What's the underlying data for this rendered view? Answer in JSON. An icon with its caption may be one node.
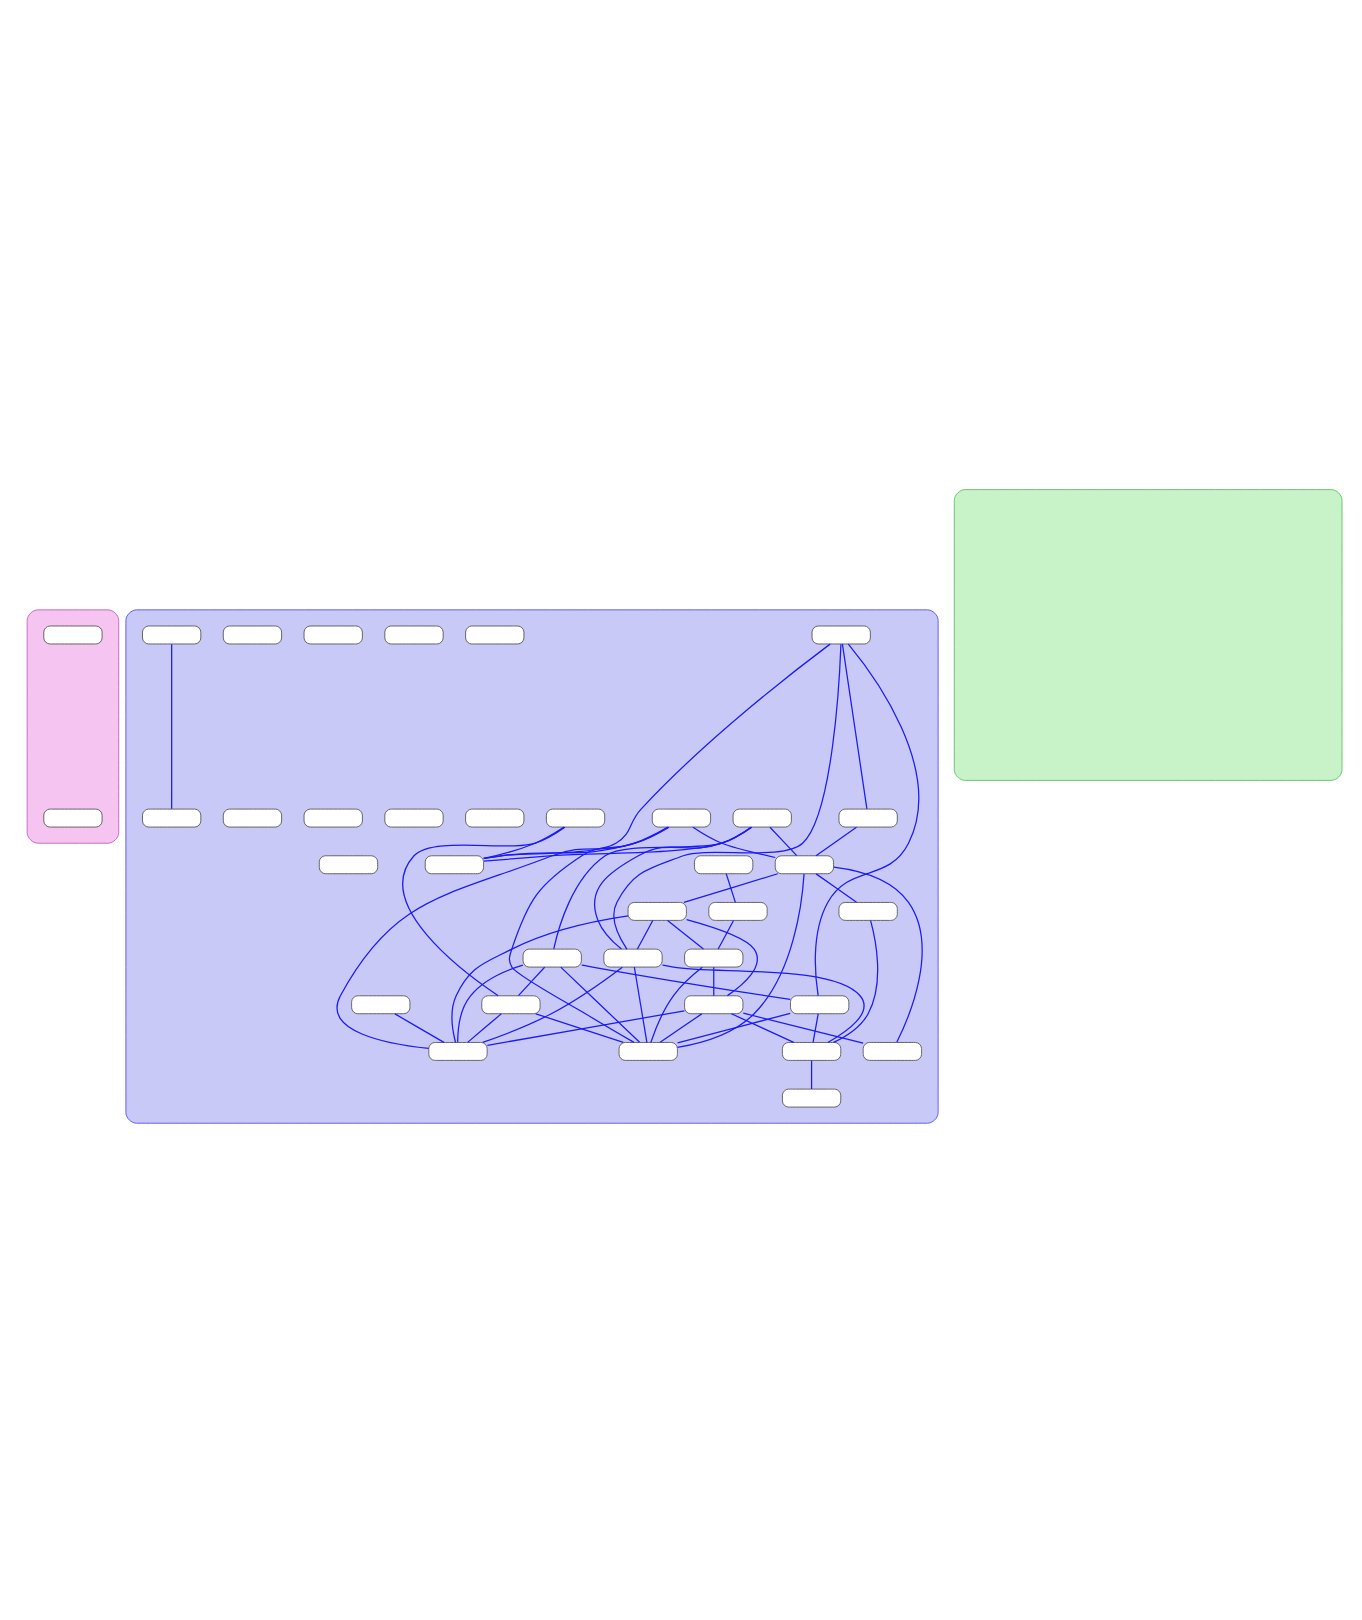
{
  "diagram": {
    "nodes": [
      {
        "text": [],
        "shape": "box"
      },
      {
        "text": [],
        "shape": "box",
        "in": 0
      },
      {
        "text": [],
        "shape": "box",
        "in": 0
      },
      {
        "text": [],
        "shape": "box"
      },
      {
        "text": [],
        "shape": "box"
      },
      {
        "text": [],
        "shape": "box",
        "in": 3
      },
      {
        "text": [],
        "shape": "box",
        "in": 3
      },
      {
        "text": [],
        "shape": "box",
        "in": 3
      },
      {
        "text": [],
        "shape": "box",
        "in": 3
      },
      {
        "text": [],
        "shape": "box",
        "in": 3
      },
      {
        "text": [],
        "shape": "box",
        "in": 3
      },
      {
        "text": [],
        "shape": "box",
        "in": 3
      },
      {
        "text": [],
        "shape": "box",
        "in": 3
      },
      {
        "text": [],
        "shape": "box",
        "in": 3
      },
      {
        "text": [],
        "shape": "box",
        "in": 3
      },
      {
        "text": [],
        "shape": "box",
        "in": 3
      },
      {
        "text": [],
        "shape": "box",
        "in": 3
      },
      {
        "text": [],
        "shape": "box",
        "in": 3
      },
      {
        "text": [],
        "shape": "box",
        "in": 3
      },
      {
        "text": [],
        "shape": "box",
        "in": 3
      },
      {
        "text": [],
        "shape": "box",
        "in": 3
      },
      {
        "text": [],
        "shape": "box",
        "in": 3
      },
      {
        "text": [],
        "shape": "box",
        "in": 3
      },
      {
        "text": [],
        "shape": "box",
        "in": 3
      },
      {
        "text": [],
        "shape": "box",
        "in": 3
      },
      {
        "text": [],
        "shape": "box",
        "in": 3
      },
      {
        "text": [],
        "shape": "box",
        "in": 3
      },
      {
        "text": [],
        "shape": "box",
        "in": 3
      },
      {
        "text": [],
        "shape": "box",
        "in": 3
      },
      {
        "text": [],
        "shape": "box",
        "in": 3
      },
      {
        "text": [],
        "shape": "box",
        "in": 3
      },
      {
        "text": [],
        "shape": "box",
        "in": 3
      },
      {
        "text": [],
        "shape": "box",
        "in": 3
      },
      {
        "text": [],
        "shape": "box",
        "in": 3
      },
      {
        "text": [],
        "shape": "box",
        "in": 3
      },
      {
        "text": [],
        "shape": "box",
        "in": 3
      },
      {
        "text": [],
        "shape": "box",
        "in": 3
      },
      {
        "text": [],
        "shape": "box",
        "in": 3
      },
      {
        "text": [],
        "shape": "box",
        "in": 3
      }
    ],
    "edges": [
      {
        "from": 8,
        "to": 10,
        "arrow": "none"
      },
      {
        "from": 8,
        "to": 17,
        "arrow": "none"
      },
      {
        "from": 8,
        "to": 29,
        "arrow": "none"
      },
      {
        "from": 8,
        "to": 32,
        "arrow": "none"
      },
      {
        "from": 5,
        "to": 11,
        "arrow": "none"
      },
      {
        "from": 5,
        "to": 10,
        "arrow": "none"
      },
      {
        "from": 5,
        "to": 19,
        "arrow": "none"
      },
      {
        "from": 5,
        "to": 24,
        "arrow": "none"
      },
      {
        "from": 6,
        "to": 10,
        "arrow": "none"
      },
      {
        "from": 6,
        "to": 22,
        "arrow": "none"
      },
      {
        "from": 7,
        "to": 10,
        "arrow": "none"
      },
      {
        "from": 7,
        "to": 17,
        "arrow": "none"
      },
      {
        "from": 7,
        "to": 12,
        "arrow": "none"
      },
      {
        "from": 7,
        "to": 19,
        "arrow": "none"
      },
      {
        "from": 9,
        "to": 13,
        "arrow": "none"
      },
      {
        "from": 11,
        "to": 17,
        "arrow": "none"
      },
      {
        "from": 12,
        "to": 24,
        "arrow": "none"
      },
      {
        "from": 12,
        "to": 22,
        "arrow": "none"
      },
      {
        "from": 12,
        "to": 29,
        "arrow": "none"
      },
      {
        "from": 12,
        "to": 32,
        "arrow": "none"
      },
      {
        "from": 13,
        "to": 18,
        "arrow": "none"
      },
      {
        "from": 14,
        "to": 32,
        "arrow": "none"
      },
      {
        "from": 17,
        "to": 16,
        "arrow": "none"
      },
      {
        "from": 17,
        "to": 25,
        "arrow": "none"
      },
      {
        "from": 17,
        "to": 35,
        "arrow": "none"
      },
      {
        "from": 17,
        "to": 29,
        "arrow": "none"
      },
      {
        "from": 16,
        "to": 19,
        "arrow": "none"
      },
      {
        "from": 16,
        "to": 26,
        "arrow": "none"
      },
      {
        "from": 16,
        "to": 18,
        "arrow": "none"
      },
      {
        "from": 16,
        "to": 32,
        "arrow": "none"
      },
      {
        "from": 18,
        "to": 26,
        "arrow": "none"
      },
      {
        "from": 18,
        "to": 29,
        "arrow": "none"
      },
      {
        "from": 19,
        "to": 33,
        "arrow": "none"
      },
      {
        "from": 19,
        "to": 29,
        "arrow": "none"
      },
      {
        "from": 19,
        "to": 32,
        "arrow": "none"
      },
      {
        "from": 22,
        "to": 29,
        "arrow": "none"
      },
      {
        "from": 22,
        "to": 32,
        "arrow": "none"
      },
      {
        "from": 24,
        "to": 33,
        "arrow": "none"
      },
      {
        "from": 24,
        "to": 29,
        "arrow": "none"
      },
      {
        "from": 25,
        "to": 33,
        "arrow": "none"
      },
      {
        "from": 26,
        "to": 35,
        "arrow": "none"
      },
      {
        "from": 26,
        "to": 33,
        "arrow": "none"
      },
      {
        "from": 26,
        "to": 29,
        "arrow": "none"
      },
      {
        "from": 26,
        "to": 32,
        "arrow": "none"
      },
      {
        "from": 27,
        "to": 30,
        "arrow": "none"
      },
      {
        "from": 33,
        "to": 38,
        "arrow": "none"
      }
    ]
  }
}
